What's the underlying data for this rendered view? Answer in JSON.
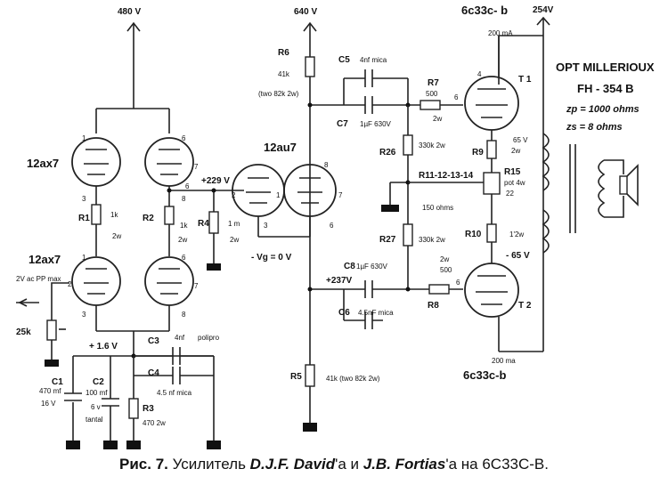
{
  "supply": {
    "v480": "480 V",
    "v640": "640 V",
    "v254": "254V"
  },
  "tubes": {
    "in_pair": "12ax7",
    "bottom_pair": "12ax7",
    "driver": "12au7",
    "t1_type": "6c33c- b",
    "t2_type": "6c33c-b",
    "t1": "T 1",
    "t2": "T 2"
  },
  "nodes": {
    "v229": "+229 V",
    "vg": "- Vg = 0 V",
    "v1_6": "+ 1.6 V",
    "v237": "+237V",
    "v65": "65 V",
    "vm65": "- 65 V",
    "i200_top": "200 mA",
    "i200_bot": "200 ma"
  },
  "pins": {
    "p1": "1",
    "p2": "2",
    "p3": "3",
    "p6": "6",
    "p7": "7",
    "p8": "8",
    "p4": "4"
  },
  "parts": {
    "r1": "R1",
    "r1_val": "1k",
    "r1_w": "2w",
    "r2": "R2",
    "r2_val": "1k",
    "r2_w": "2w",
    "r3": "R3",
    "r3_val": "470 2w",
    "r4": "R4",
    "r4_val": "1 m",
    "r4_w": "2w",
    "r5": "R5",
    "r5_val": "41k (two 82k 2w)",
    "r6": "R6",
    "r6_val": "41k",
    "r6_note": "(two 82k 2w)",
    "r7": "R7",
    "r7_val": "500",
    "r7_w": "2w",
    "r8": "R8",
    "r8_val": "500",
    "r8_w": "2w",
    "r9": "R9",
    "r9_w": "2w",
    "r10": "R10",
    "r10_w": "1'2w",
    "r15": "R15",
    "r15_note": "pot 4w",
    "r15_val": "22",
    "r11": "R11-12-13-14",
    "r11_val": "150 ohms",
    "r26": "R26",
    "r26_val": "330k 2w",
    "r27": "R27",
    "r27_val": "330k 2w",
    "c1": "C1",
    "c1_val": "470 mf",
    "c1_v": "16 V",
    "c2": "C2",
    "c2_val": "100 mf",
    "c2_v": "6 v",
    "c2_type": "tantal",
    "c3": "C3",
    "c3_val": "4nf",
    "c3_type": "polipro",
    "c4": "C4",
    "c4_val": "4.5 nf mica",
    "c5": "C5",
    "c5_val": "4nf mica",
    "c7": "C7",
    "c7_val": "1µF 630V",
    "c8": "C8",
    "c8_val": "1µF 630V",
    "c6": "C6",
    "c6_val": "4.5nF mica",
    "pot": "25k",
    "input": "2V ac PP max"
  },
  "opt": {
    "name": "OPT MILLERIOUX",
    "model": "FH - 354 B",
    "zp": "zp = 1000 ohms",
    "zs": "zs = 8 ohms"
  },
  "caption": {
    "prefix": "Рис. 7.",
    "text1": " Усилитель ",
    "author1": "D.J.F. David",
    "suffix1": "'a и ",
    "author2": "J.B. Fortias",
    "suffix2": "'a на 6С33С-В."
  }
}
